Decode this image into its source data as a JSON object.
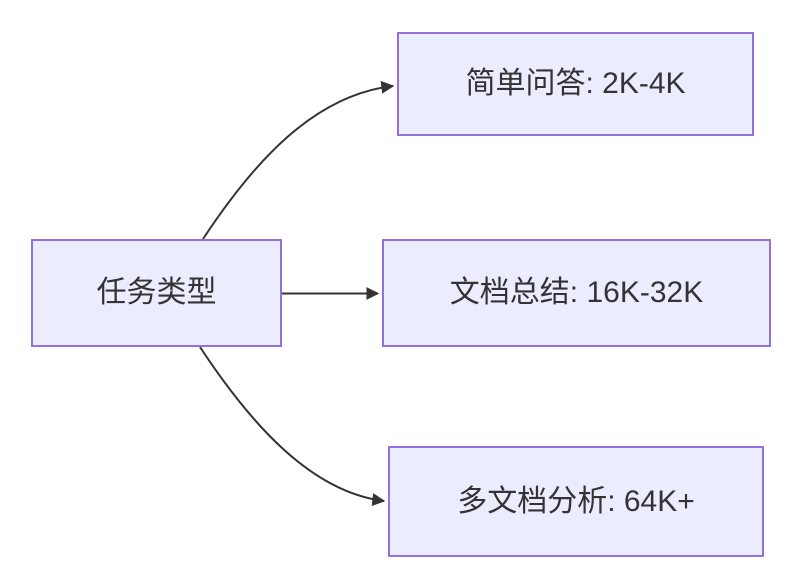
{
  "diagram": {
    "type": "flowchart-left-to-right",
    "root": {
      "label": "任务类型"
    },
    "branches": [
      {
        "label": "简单问答: 2K-4K"
      },
      {
        "label": "文档总结: 16K-32K"
      },
      {
        "label": "多文档分析: 64K+"
      }
    ],
    "colors": {
      "node_fill": "#ECECFF",
      "node_border": "#9370DB",
      "edge": "#333333",
      "text": "#333333",
      "canvas": "#FFFFFF"
    }
  }
}
